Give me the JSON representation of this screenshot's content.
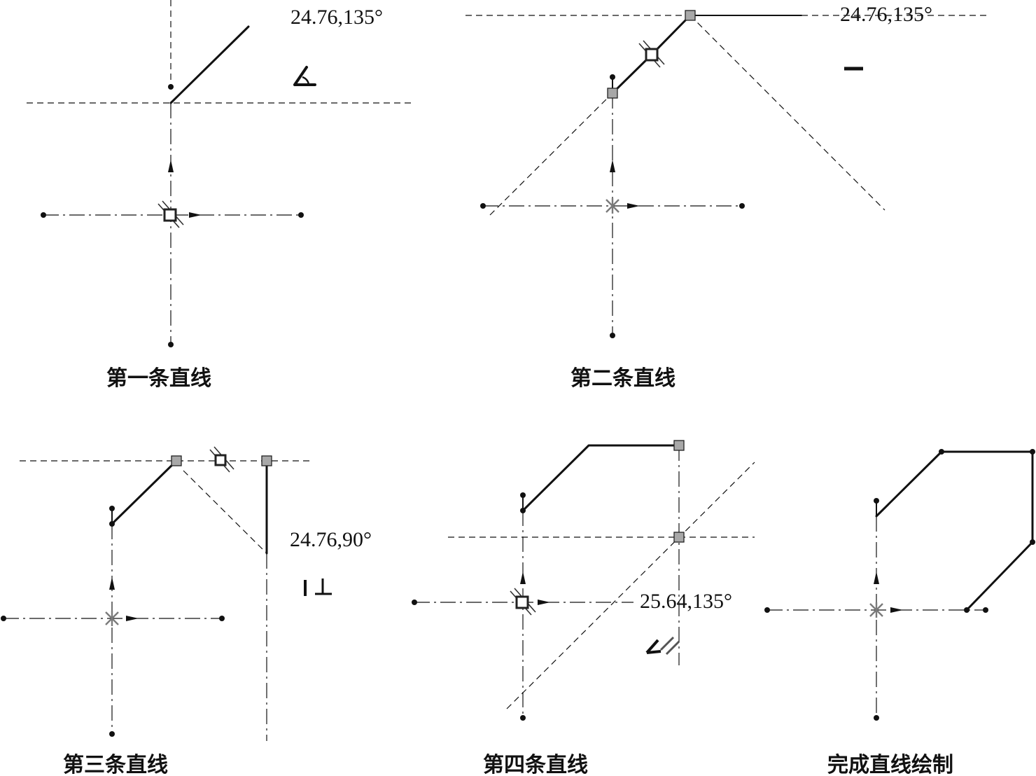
{
  "panels": [
    {
      "id": "panel-1",
      "caption": "第一条直线",
      "readout": "24.76,135°",
      "icon": "angle-icon"
    },
    {
      "id": "panel-2",
      "caption": "第二条直线",
      "readout": "24.76,135°",
      "icon": "horizontal-icon"
    },
    {
      "id": "panel-3",
      "caption": "第三条直线",
      "readout": "24.76,90°",
      "icon": "perpendicular-icon"
    },
    {
      "id": "panel-4",
      "caption": "第四条直线",
      "readout": "25.64,135°",
      "icon": "parallel-icon"
    },
    {
      "id": "panel-5",
      "caption": "完成直线绘制"
    }
  ]
}
